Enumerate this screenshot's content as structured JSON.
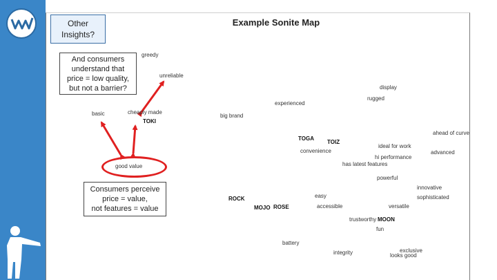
{
  "title": "Example Sonite Map",
  "logo_text": "MW",
  "boxes": {
    "other_line1": "Other",
    "other_line2": "Insights?",
    "consumers_line1": "And consumers",
    "consumers_line2": "understand that",
    "consumers_line3": "price = low quality,",
    "consumers_line4": "but not a barrier?",
    "perceive_line1": "Consumers perceive",
    "perceive_line2": "price = value,",
    "perceive_line3": "not features = value"
  },
  "attributes": {
    "greedy": "greedy",
    "unreliable": "unreliable",
    "display": "display",
    "rugged": "rugged",
    "experienced": "experienced",
    "basic": "basic",
    "cheaply_made": "cheaply made",
    "big_brand": "big brand",
    "ahead_of_curve": "ahead of curve",
    "ideal_for_work": "ideal for work",
    "advanced": "advanced",
    "convenience": "convenience",
    "hi_performance": "hi performance",
    "has_latest_features": "has latest features",
    "good_value": "good value",
    "powerful": "powerful",
    "innovative": "innovative",
    "sophisticated": "sophisticated",
    "easy": "easy",
    "accessible": "accessible",
    "versatile": "versatile",
    "trustworthy": "trustworthy",
    "fun": "fun",
    "battery": "battery",
    "integrity": "integrity",
    "exclusive": "exclusive",
    "looks_good": "looks good"
  },
  "brands": {
    "toki": "TOKI",
    "toga": "TOGA",
    "toiz": "TOIZ",
    "rock": "ROCK",
    "mojo": "MOJO",
    "rose": "ROSE",
    "moon": "MOON"
  },
  "colors": {
    "sidebar": "#3a86c8",
    "arrow": "#e02020",
    "highlight_ellipse": "#e02020"
  }
}
